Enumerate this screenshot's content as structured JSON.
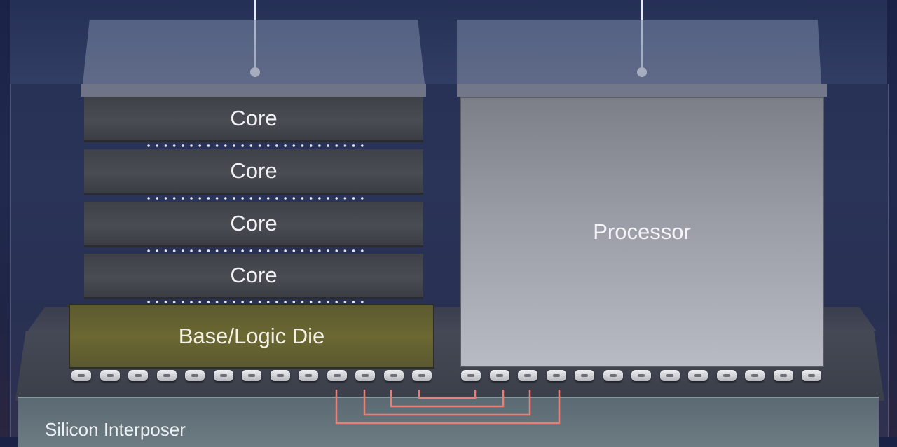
{
  "labels": {
    "cores": [
      "Core",
      "Core",
      "Core",
      "Core"
    ],
    "logic_die": "Base/Logic Die",
    "processor": "Processor",
    "interposer": "Silicon Interposer"
  },
  "colors": {
    "background": "#1f2546",
    "core_layer": "#45474f",
    "logic_die": "#65622f",
    "processor": "#9a9ca6",
    "interposer": "#65747b",
    "interconnect": "#e8807a"
  }
}
